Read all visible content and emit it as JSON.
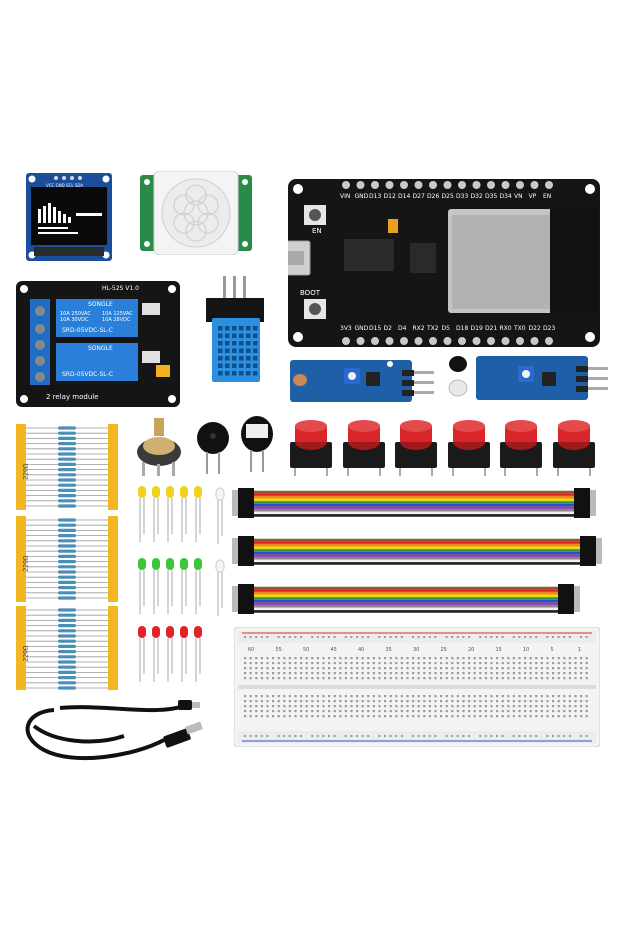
{
  "oled": {
    "header": "VCC GND SCL SDA"
  },
  "esp32": {
    "top_pins": [
      "VIN",
      "GND",
      "D13",
      "D12",
      "D14",
      "D27",
      "D26",
      "D25",
      "D33",
      "D32",
      "D35",
      "D34",
      "VN",
      "VP",
      "EN"
    ],
    "bottom_pins": [
      "3V3",
      "GND",
      "D15",
      "D2",
      "D4",
      "RX2",
      "TX2",
      "D5",
      "D18",
      "D19",
      "D21",
      "RX0",
      "TX0",
      "D22",
      "D23"
    ],
    "en_label": "EN",
    "boot_label": "BOOT"
  },
  "relay": {
    "board_id": "HL-52S V1.0",
    "brand": "SONGLE",
    "model": "SRD-05VDC-SL-C",
    "rating_left": "10A 250VAC\n10A 30VDC",
    "rating_right": "10A 125VAC\n10A 28VDC",
    "caption": "2 relay module"
  },
  "resistor_label": "220Ω",
  "colors": {
    "pcb_black": "#151515",
    "pcb_blue": "#1f5fa8",
    "dht_blue": "#2c8fe0",
    "button_red": "#d8262a",
    "led_yellow": "#f0d21a",
    "led_green": "#3dc43a",
    "led_red": "#e0232a",
    "wire": [
      "#8a5a2b",
      "#e02020",
      "#f08a1a",
      "#f0d820",
      "#28a030",
      "#2050d0",
      "#8a3ab0",
      "#888888",
      "#f0f0f0",
      "#202020"
    ]
  },
  "breadboard": {
    "numbers": [
      "60",
      "55",
      "50",
      "45",
      "40",
      "35",
      "30",
      "25",
      "20",
      "15",
      "10",
      "5",
      "1"
    ]
  }
}
